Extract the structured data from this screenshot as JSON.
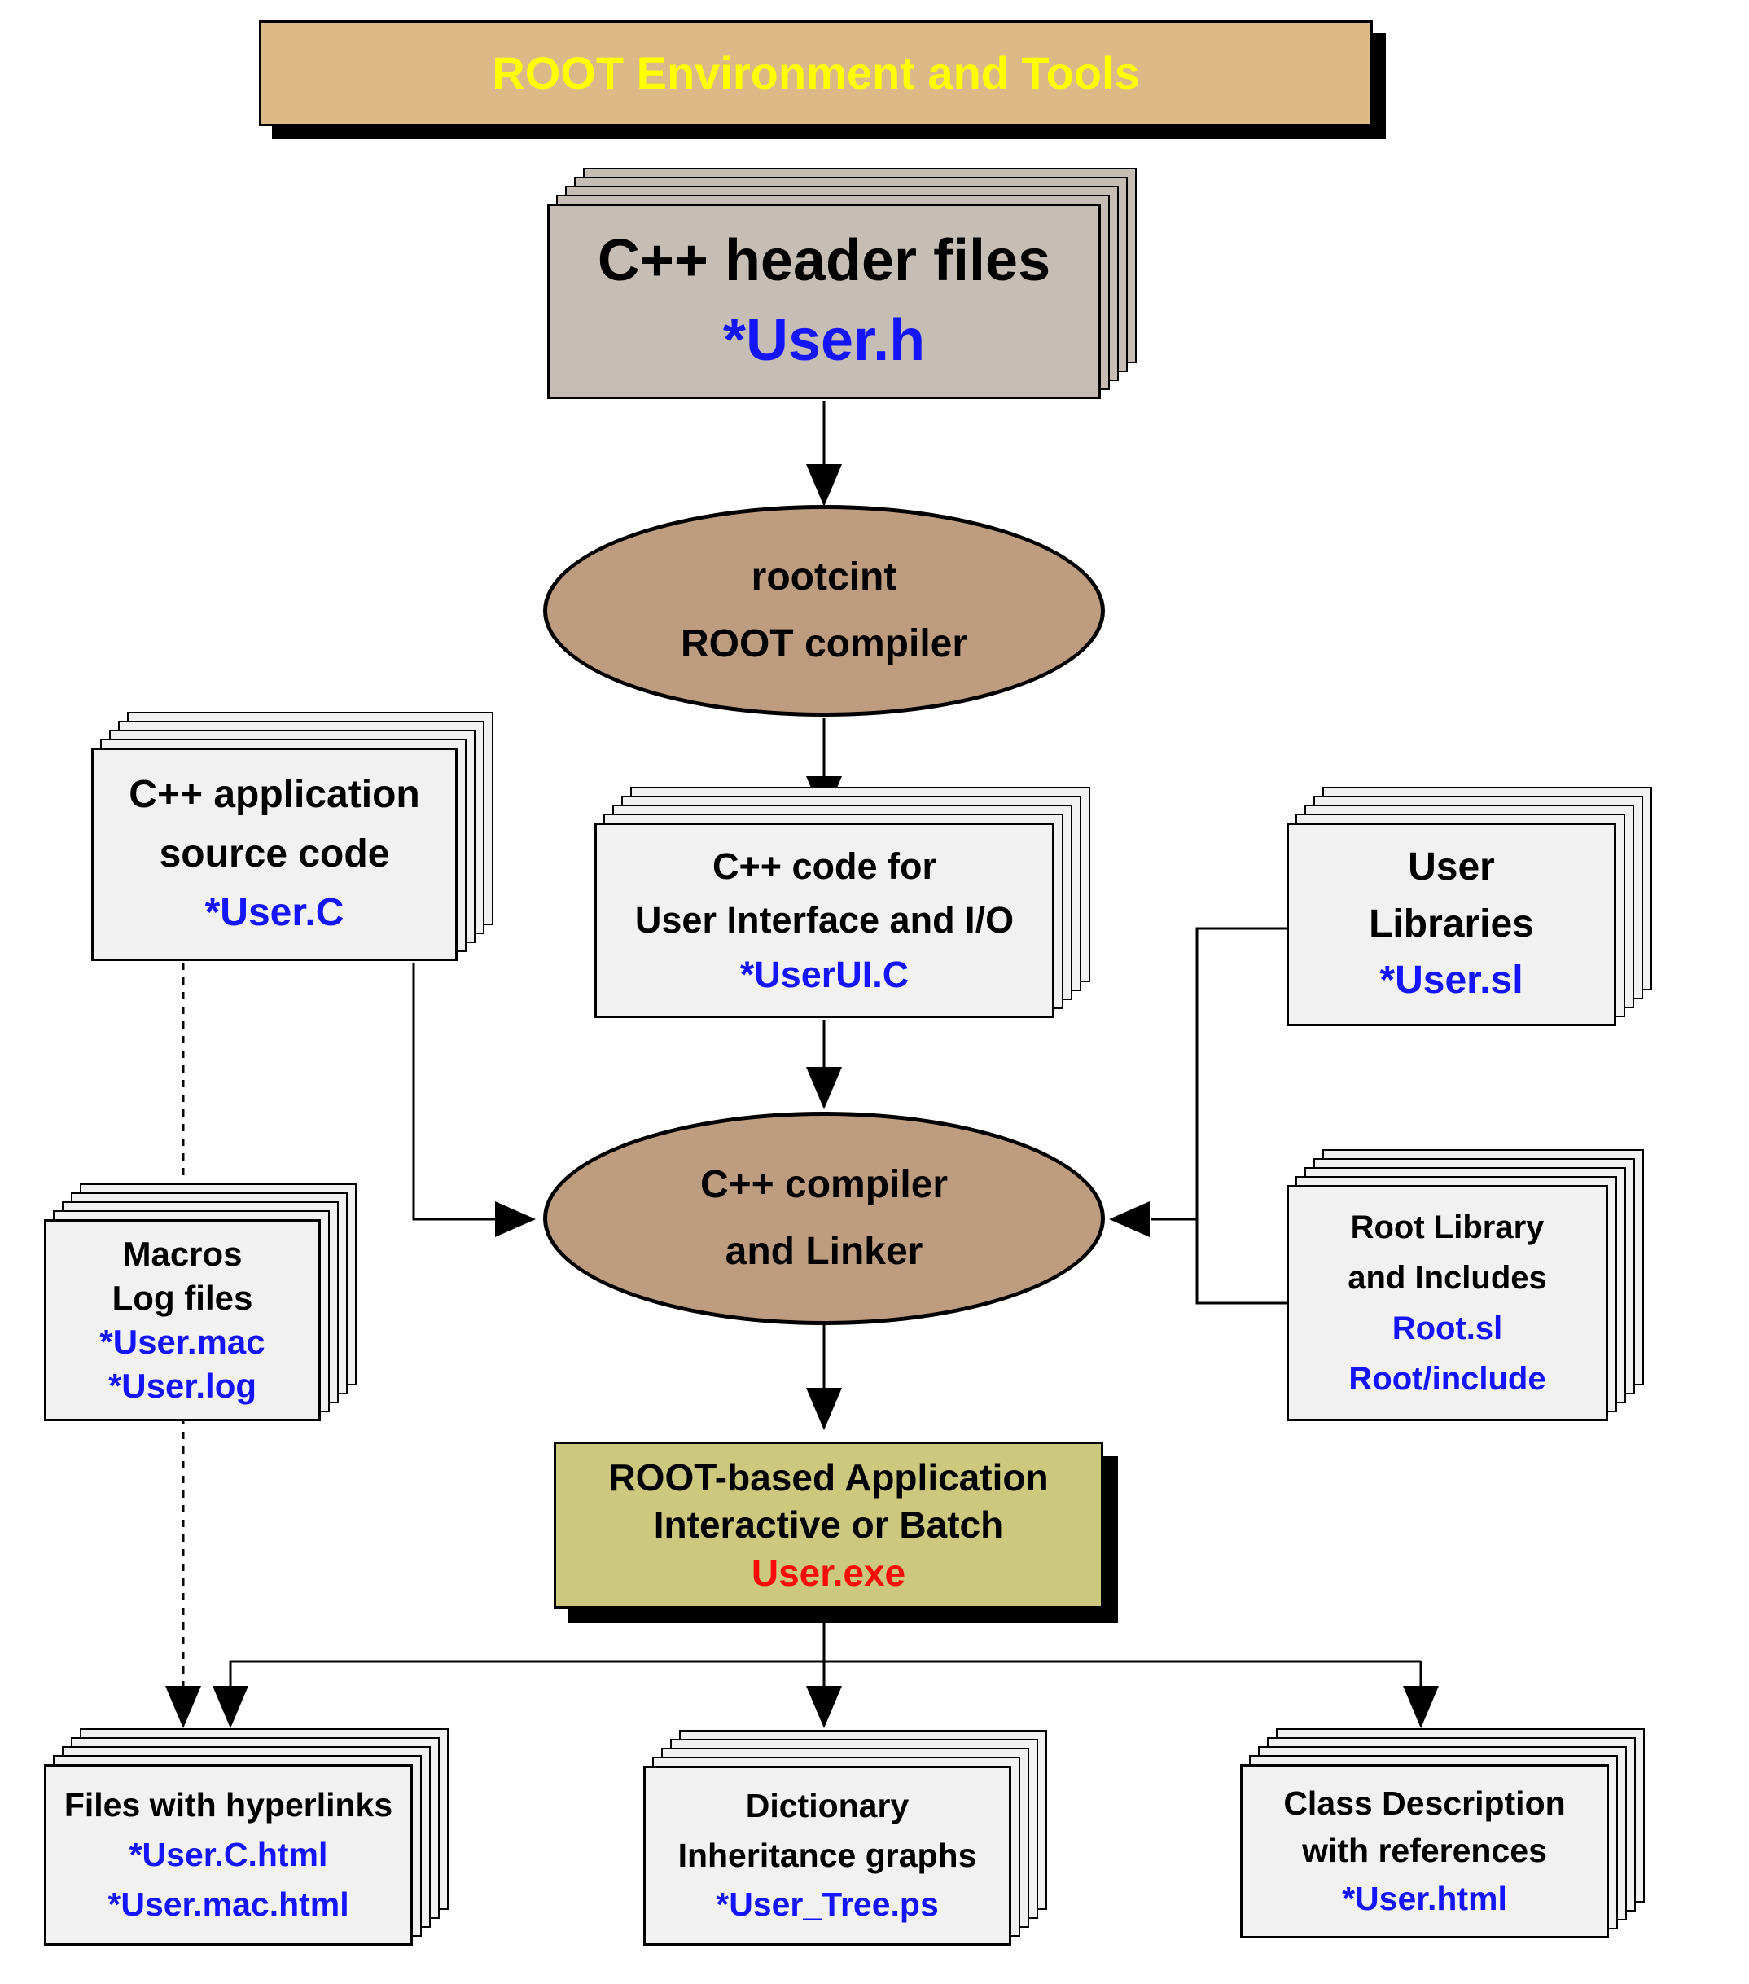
{
  "colors": {
    "page-bg": "#FFFFFF",
    "title-fill": "#DCB986",
    "title-text": "#FFFF00",
    "header-fill": "#C6BDB4",
    "ellipse-fill": "#BD9C80",
    "exe-fill": "#CCC87D",
    "sheet-fill": "#F1F1F1",
    "blue": "#1414FF",
    "red": "#FF0A0A",
    "line": "#000000"
  },
  "title": {
    "label": "ROOT Environment and Tools"
  },
  "nodes": {
    "header_files": {
      "title": "C++ header files",
      "file": "*User.h"
    },
    "rootcint": {
      "line1": "rootcint",
      "line2": "ROOT compiler"
    },
    "app_source": {
      "line1": "C++ application",
      "line2": "source code",
      "file": "*User.C"
    },
    "ui_code": {
      "line1": "C++ code for",
      "line2": "User Interface and I/O",
      "file": "*UserUI.C"
    },
    "user_libs": {
      "line1": "User",
      "line2": "Libraries",
      "file": "*User.sl"
    },
    "compiler": {
      "line1": "C++ compiler",
      "line2": "and Linker"
    },
    "macros": {
      "line1": "Macros",
      "line2": "Log files",
      "file1": "*User.mac",
      "file2": "*User.log"
    },
    "root_lib": {
      "line1": "Root Library",
      "line2": "and Includes",
      "file1": "Root.sl",
      "file2": "Root/include"
    },
    "app_exe": {
      "line1": "ROOT-based Application",
      "line2": "Interactive or Batch",
      "file": "User.exe"
    },
    "files_hyperlinks": {
      "line1": "Files with hyperlinks",
      "file1": "*User.C.html",
      "file2": "*User.mac.html"
    },
    "dictionary": {
      "line1": "Dictionary",
      "line2": "Inheritance graphs",
      "file1": "*User_Tree.ps"
    },
    "class_description": {
      "line1": "Class Description",
      "line2": "with references",
      "file1": "*User.html"
    }
  }
}
